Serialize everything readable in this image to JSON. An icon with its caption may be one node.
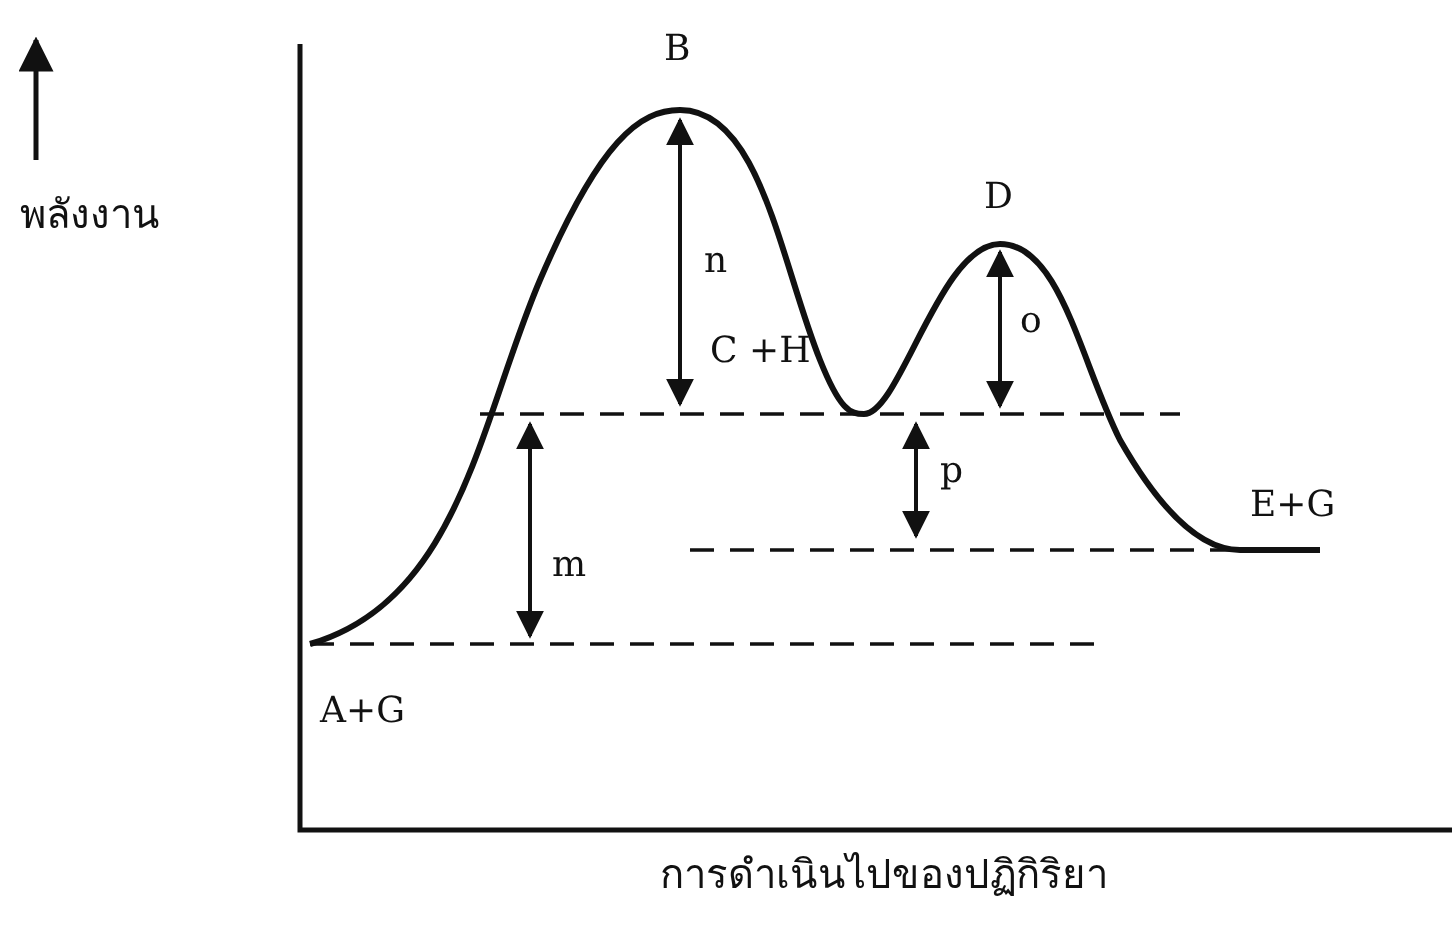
{
  "diagram": {
    "labels": [
      "B",
      "D",
      "พลังงาน",
      "n",
      "C +H",
      "o",
      "p",
      "E+G",
      "m",
      "A+G",
      "การดำเนินไปของปฏิกิริยา"
    ]
  }
}
